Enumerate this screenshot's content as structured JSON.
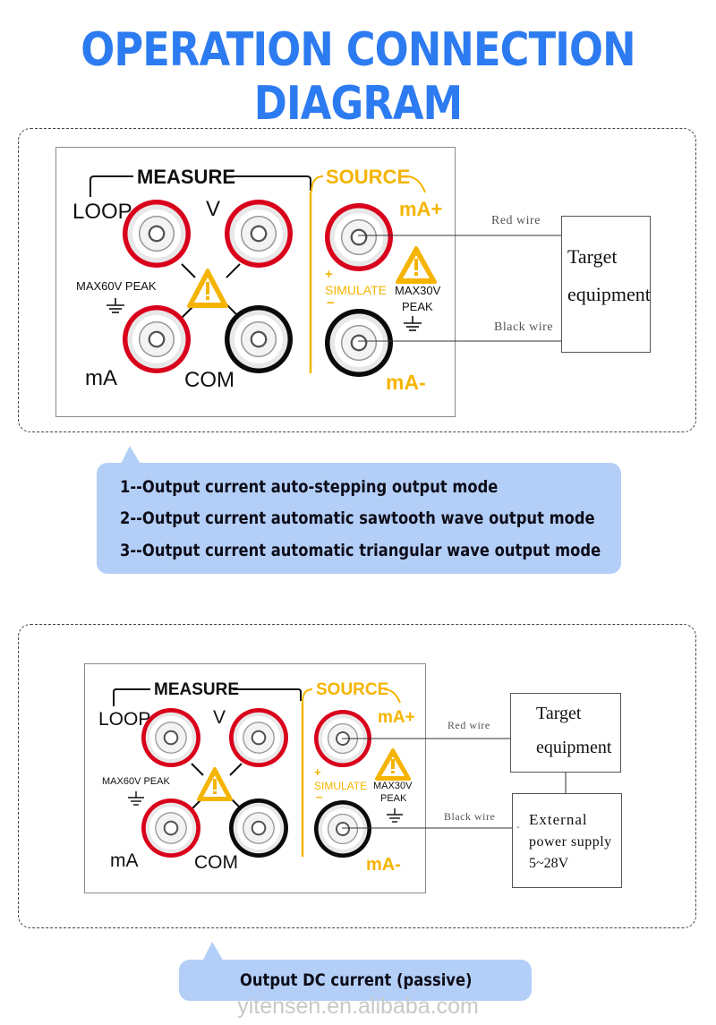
{
  "title": "OPERATION CONNECTION DIAGRAM",
  "panel": {
    "measure": "MEASURE",
    "source": "SOURCE",
    "loop": "LOOP",
    "v": "V",
    "ma": "mA",
    "com": "COM",
    "ma_plus": "mA+",
    "ma_minus": "mA-",
    "max60": "MAX60V PEAK",
    "max30": "MAX30V",
    "peak": "PEAK",
    "simulate": "SIMULATE",
    "plus": "+",
    "minus": "−"
  },
  "diagram1": {
    "red_wire": "Red wire",
    "black_wire": "Black wire",
    "target_line1": "Target",
    "target_line2": "equipment"
  },
  "callout1": [
    "1--Output current auto-stepping output mode",
    "2--Output current automatic sawtooth wave output mode",
    "3--Output current automatic triangular wave output mode"
  ],
  "diagram2": {
    "red_wire": "Red wire",
    "black_wire": "Black wire",
    "target_line1": "Target",
    "target_line2": "equipment",
    "ext_line1": "External",
    "ext_line2": "power supply",
    "ext_line3": "5~28V",
    "plus": "+",
    "minus": "-"
  },
  "callout2": "Output DC current (passive)",
  "watermark": "yitensen.en.alibaba.com",
  "colors": {
    "title": "#2d7bf0",
    "source": "#f5b400",
    "jack_red": "#d9001b",
    "jack_black": "#0b0b0b",
    "callout_bg": "#b4cff7"
  }
}
